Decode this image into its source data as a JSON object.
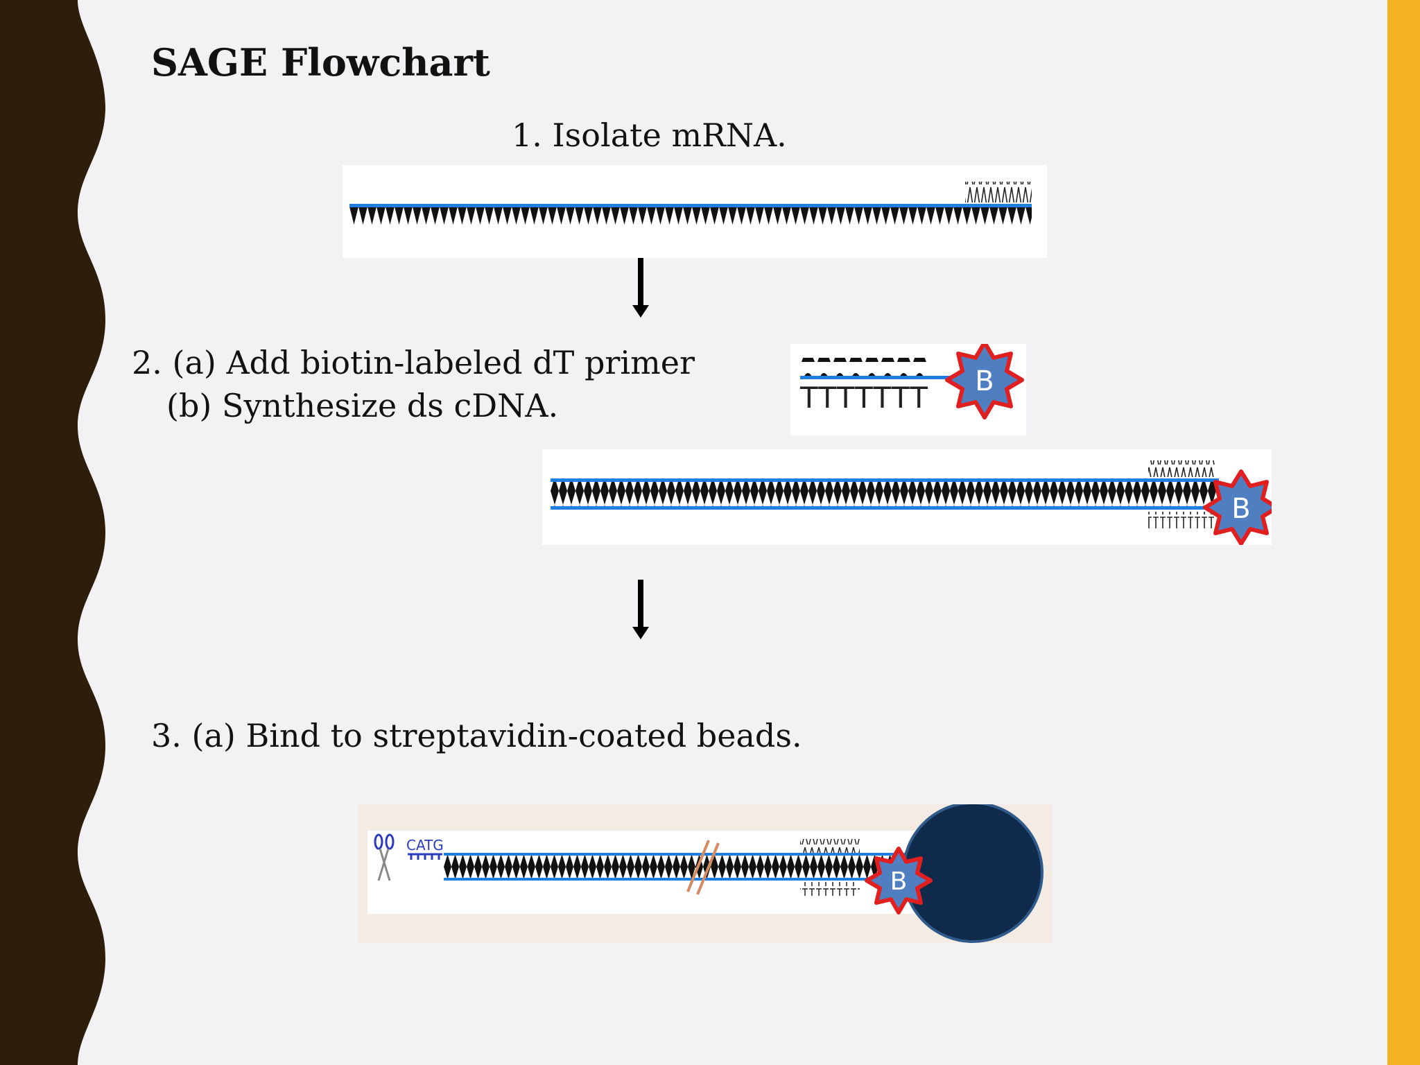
{
  "slide": {
    "title": "SAGE Flowchart",
    "colors": {
      "left_band": "#2d1d0b",
      "right_bar": "#f4b323",
      "background": "#f2f2f4",
      "strand": "#1e7fe0",
      "biotin_fill": "#4f7fc0",
      "biotin_border": "#e02020",
      "bead": "#0f2a4a"
    }
  },
  "steps": {
    "step1": "1. Isolate mRNA.",
    "step2a": "2. (a) Add biotin-labeled dT primer",
    "step2b": "(b) Synthesize ds cDNA.",
    "step3": "3. (a) Bind to streptavidin-coated beads."
  },
  "figure_labels": {
    "poly_a": "AAAAAAA",
    "poly_t": "TTTTTTT",
    "biotin": "B",
    "catg": "CATG"
  },
  "icons": [
    "arrow-down-icon",
    "scissors-icon",
    "biotin-star-icon",
    "bead-icon"
  ]
}
